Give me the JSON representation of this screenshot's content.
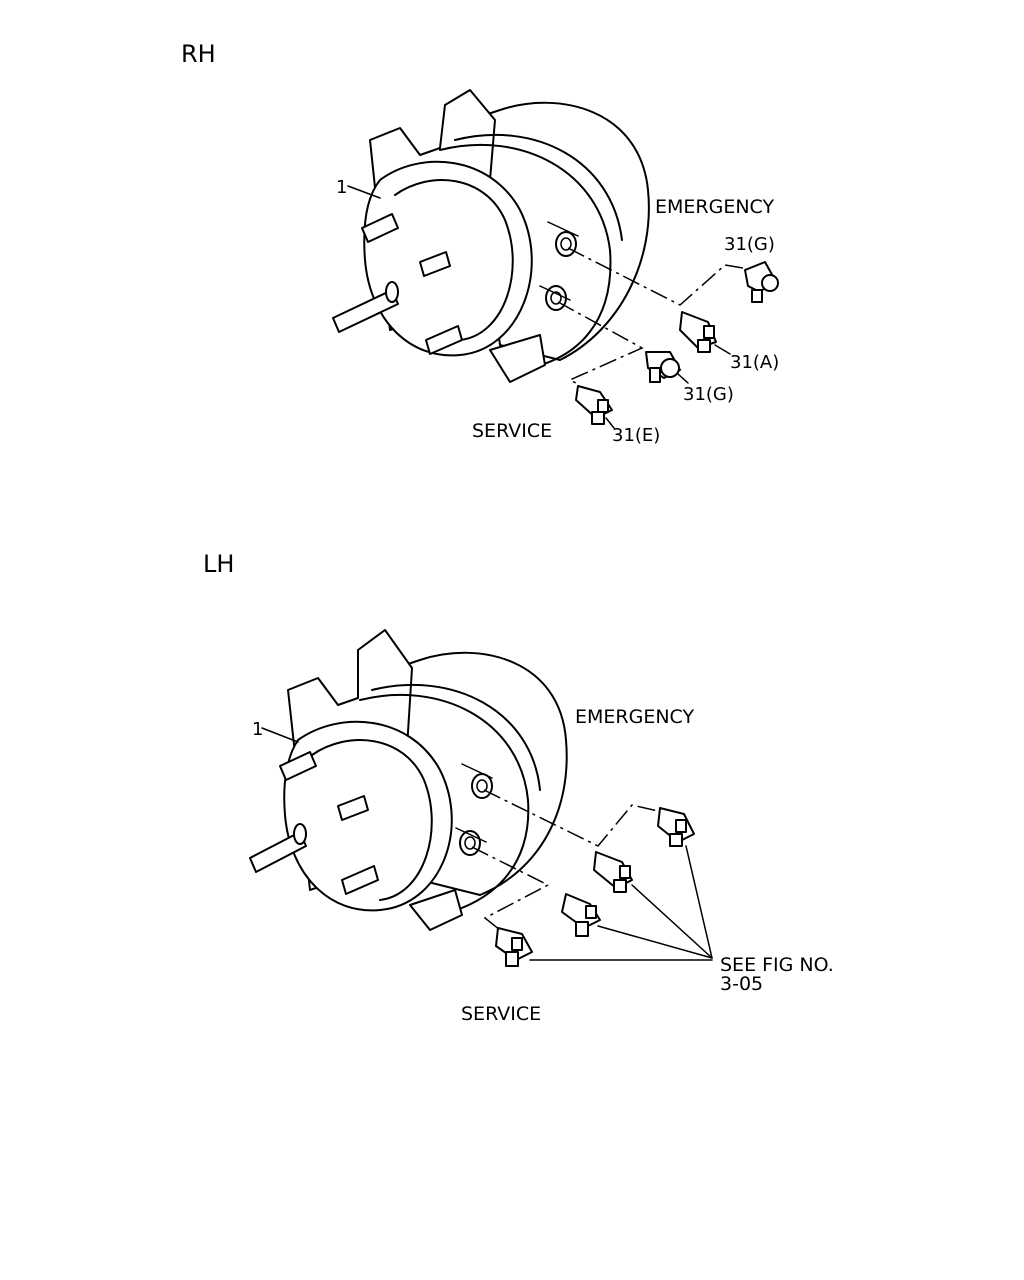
{
  "rh": {
    "title": "RH",
    "item_1": "1",
    "emergency": "EMERGENCY",
    "service": "SERVICE",
    "label_31g_top": "31(G)",
    "label_31a": "31(A)",
    "label_31g": "31(G)",
    "label_31e": "31(E)"
  },
  "lh": {
    "title": "LH",
    "item_1": "1",
    "emergency": "EMERGENCY",
    "service": "SERVICE",
    "see_fig_line1": "SEE FIG NO.",
    "see_fig_line2": "3-05"
  },
  "colors": {
    "line": "#000000",
    "background": "#ffffff"
  }
}
